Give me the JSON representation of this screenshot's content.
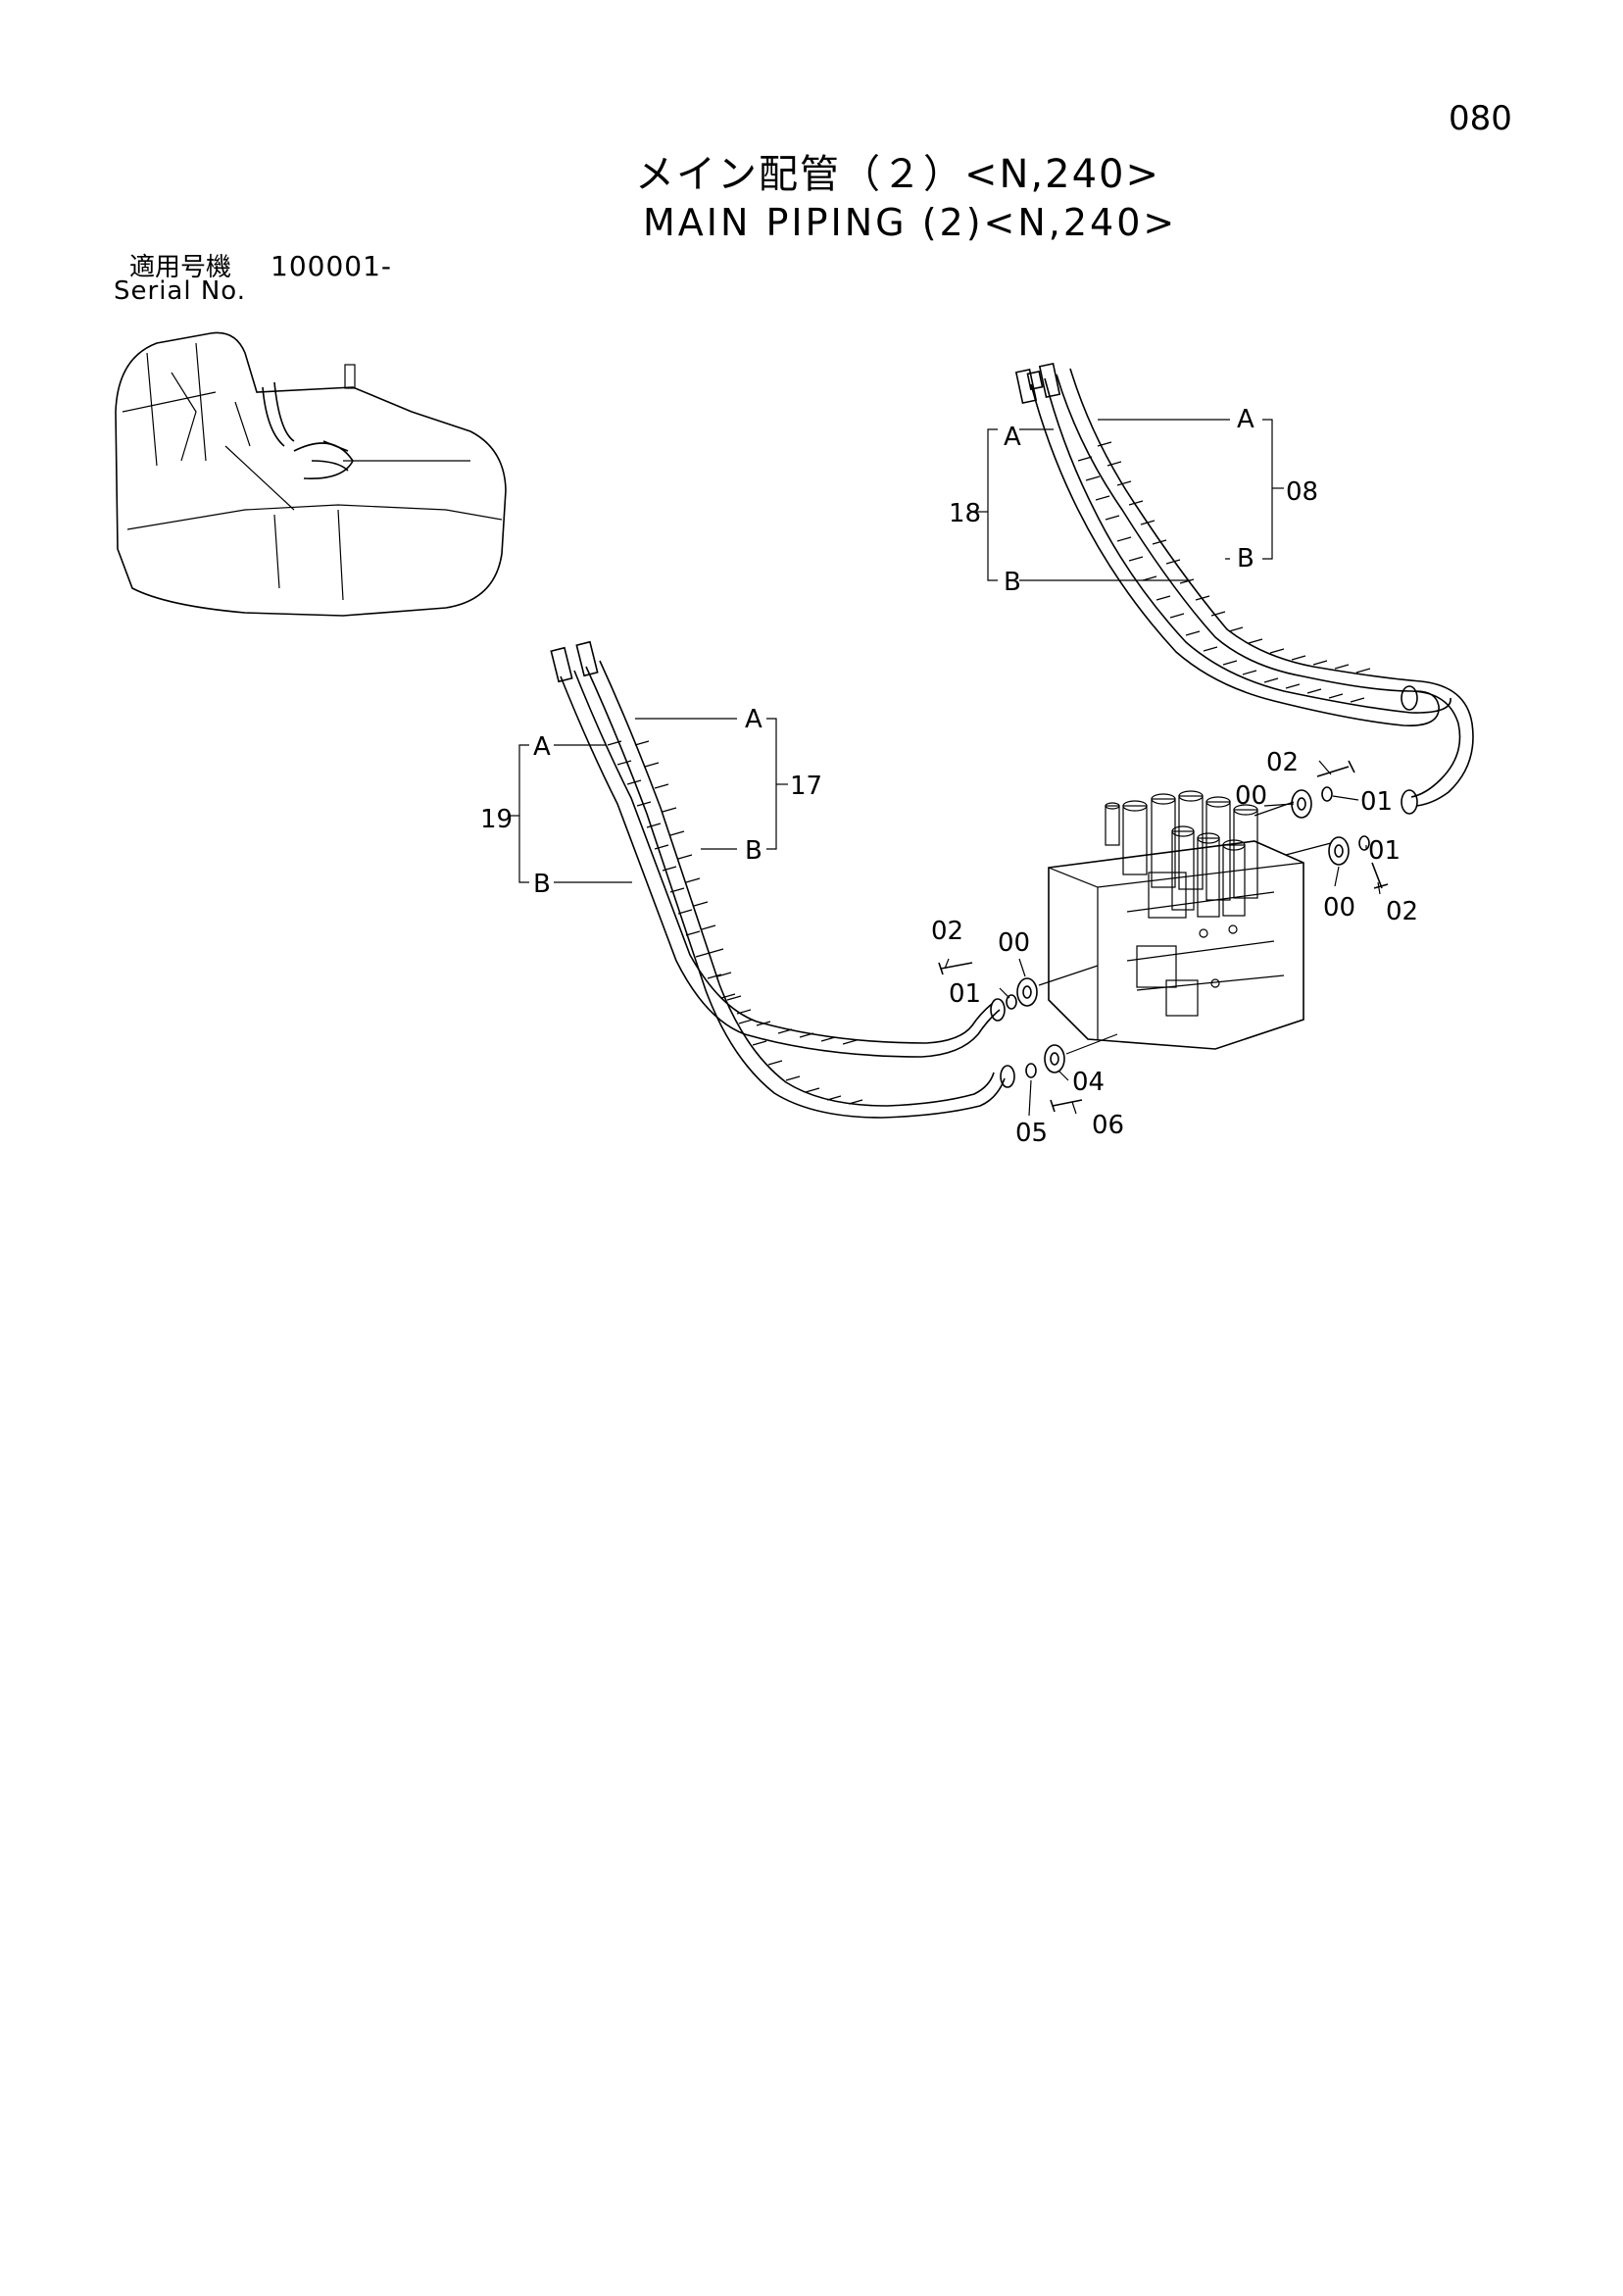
{
  "page_number": "080",
  "title_jp": "メイン配管（２）<N,240>",
  "title_en": "MAIN PIPING (2)<N,240>",
  "serial": {
    "label_jp": "適用号機",
    "value": "100001-",
    "label_en": "Serial No."
  },
  "callouts": {
    "hose_18": "18",
    "hose_08": "08",
    "hose_19": "19",
    "hose_17": "17",
    "end_a": "A",
    "end_b": "B",
    "flange_00": "00",
    "oring_01": "01",
    "bolt_02": "02",
    "flange_04": "04",
    "oring_05": "05",
    "bolt_06": "06"
  }
}
